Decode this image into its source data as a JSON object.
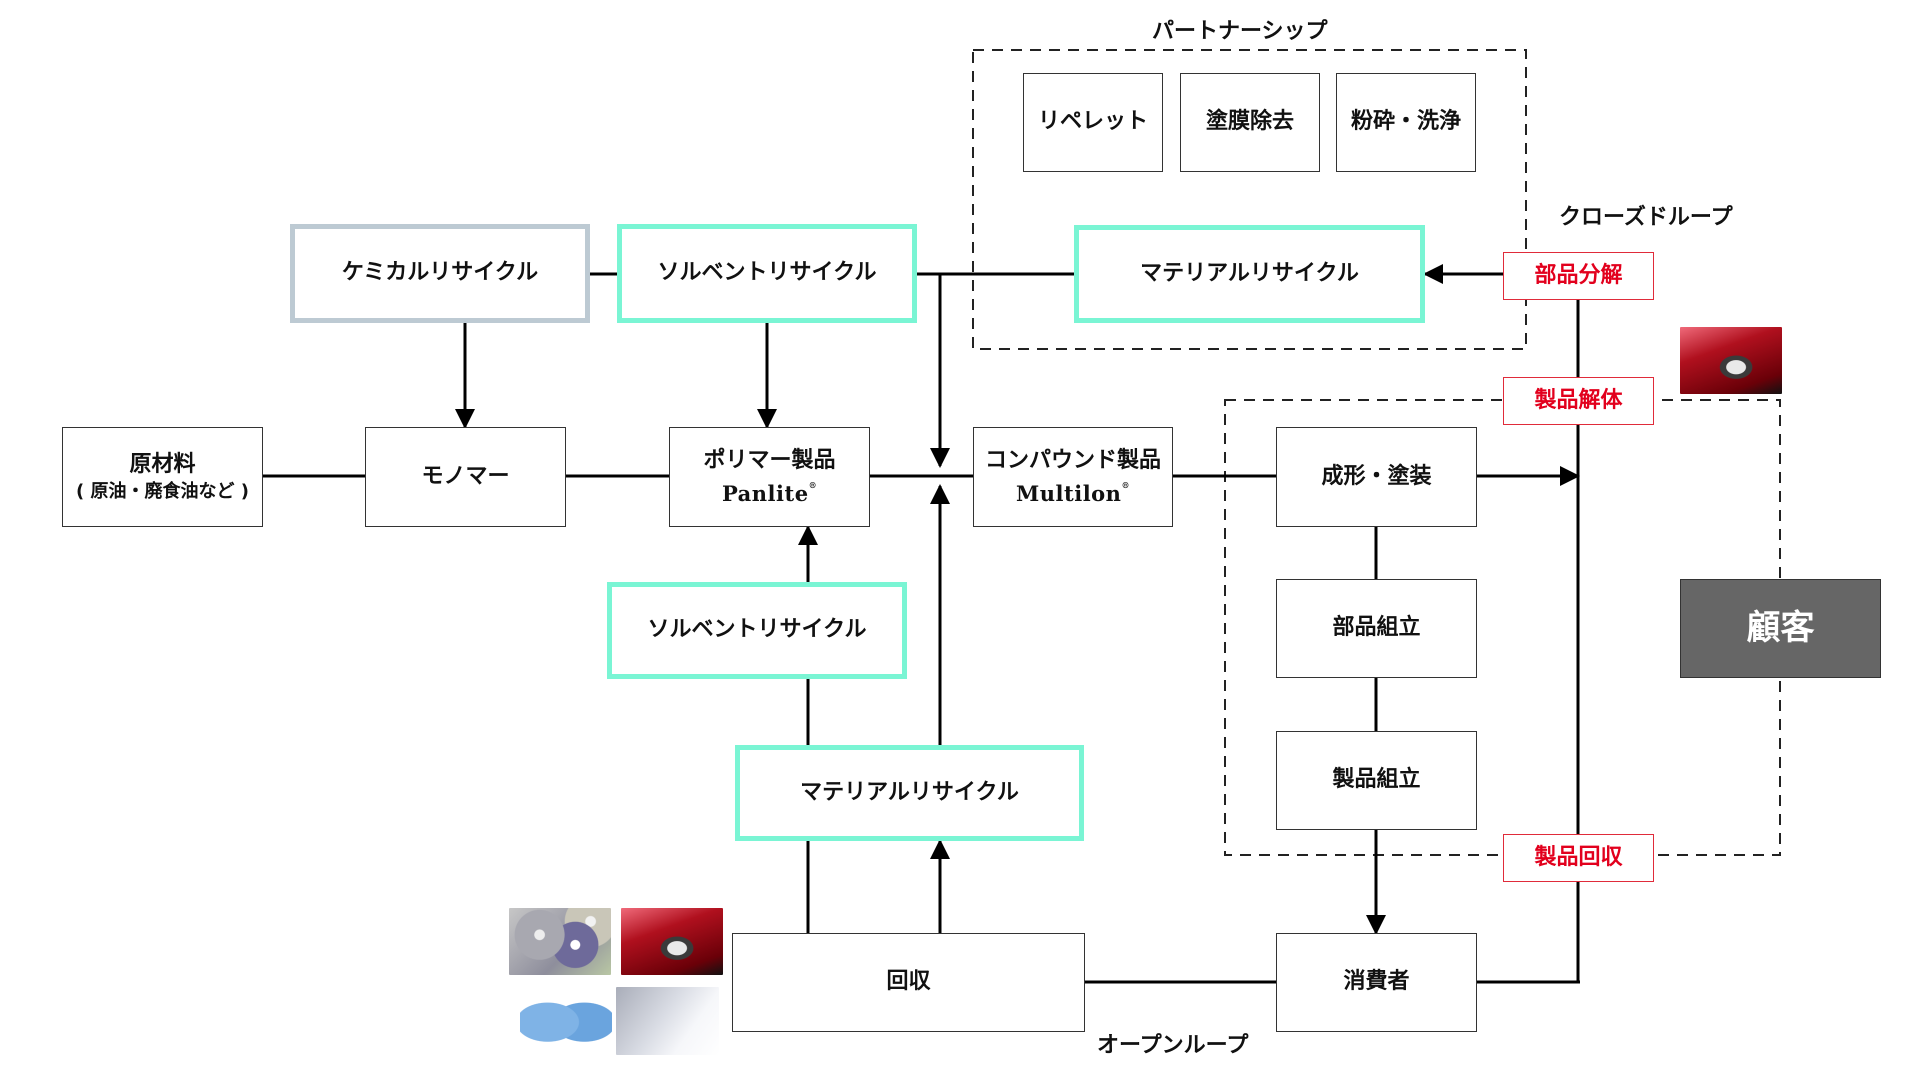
{
  "diagram": {
    "partnership_label": "パートナーシップ",
    "closed_loop_label": "クローズドループ",
    "open_loop_label": "オープンループ",
    "partnership_steps": [
      "リペレット",
      "塗膜除去",
      "粉砕・洗浄"
    ],
    "top_material_recycle": "マテリアルリサイクル",
    "chemical_recycle": "ケミカルリサイクル",
    "top_solvent_recycle": "ソルベントリサイクル",
    "raw_material": {
      "title": "原材料",
      "subtitle": "( 原油・廃食油など )"
    },
    "monomer": "モノマー",
    "polymer": {
      "title": "ポリマー製品",
      "brand": "Panlite",
      "mark": "®"
    },
    "compound": {
      "title": "コンパウンド製品",
      "brand": "Multilon",
      "mark": "®"
    },
    "manufacturing": [
      "成形・塗装",
      "部品組立",
      "製品組立"
    ],
    "red_labels": [
      "部品分解",
      "製品解体",
      "製品回収"
    ],
    "customer": "顧客",
    "lower_solvent_recycle": "ソルベントリサイクル",
    "lower_material_recycle": "マテリアルリサイクル",
    "collection": "回収",
    "consumer": "消費者",
    "photos": [
      "optical-discs-photo",
      "car-headlight-photo",
      "water-bottles-photo",
      "plastic-sheet-photo"
    ]
  },
  "colors": {
    "teal_border": "#7af5d4",
    "grey_border": "#bdcad3",
    "red_label": "#e2001d",
    "customer_fill": "#666666"
  }
}
